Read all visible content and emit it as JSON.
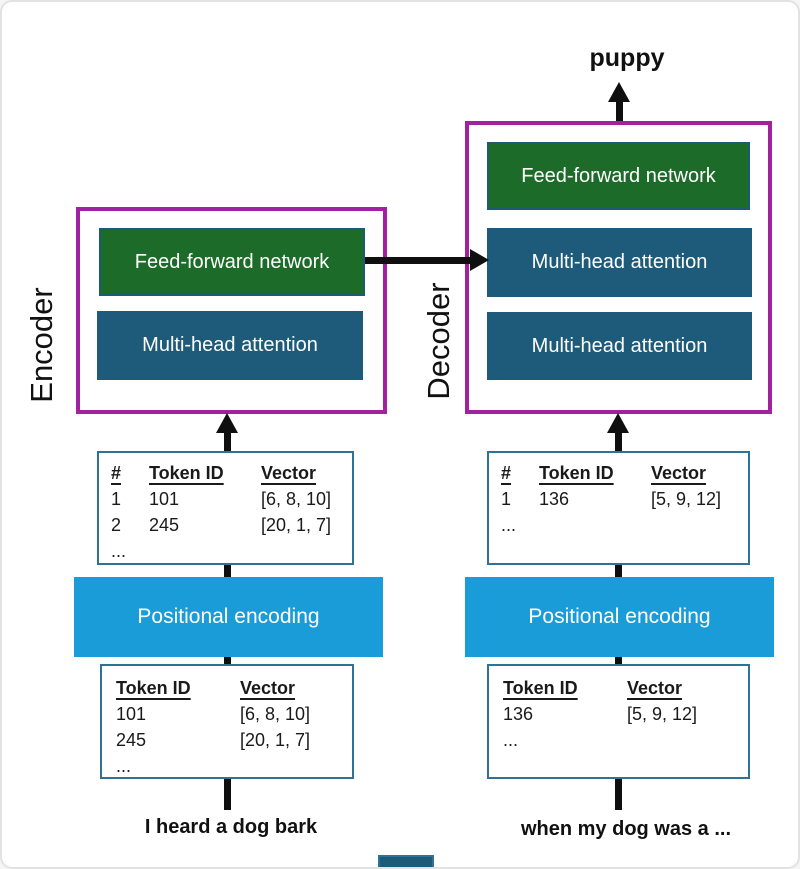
{
  "colors": {
    "purple": "#a2219f",
    "green": "#1c6b28",
    "dark_blue": "#1e5b7a",
    "light_blue": "#1a9cd8",
    "table_border": "#2e7296"
  },
  "output_word": "puppy",
  "encoder": {
    "label": "Encoder",
    "feed_forward": "Feed-forward network",
    "multi_head": "Multi-head attention",
    "input_sentence": "I heard a dog bark"
  },
  "decoder": {
    "label": "Decoder",
    "feed_forward": "Feed-forward network",
    "multi_head_top": "Multi-head attention",
    "multi_head_bottom": "Multi-head attention",
    "input_sentence": "when my dog was a ..."
  },
  "positional_encoding": {
    "label": "Positional encoding"
  },
  "tables": {
    "encoder_positional": {
      "headers": [
        "#",
        "Token ID",
        "Vector"
      ],
      "rows": [
        [
          "1",
          "101",
          "[6, 8, 10]"
        ],
        [
          "2",
          "245",
          "[20, 1, 7]"
        ],
        [
          "...",
          "",
          ""
        ]
      ]
    },
    "encoder_embedding": {
      "headers": [
        "Token ID",
        "Vector"
      ],
      "rows": [
        [
          "101",
          "[6, 8, 10]"
        ],
        [
          "245",
          "[20, 1, 7]"
        ],
        [
          "...",
          ""
        ]
      ]
    },
    "decoder_positional": {
      "headers": [
        "#",
        "Token ID",
        "Vector"
      ],
      "rows": [
        [
          "1",
          "136",
          "[5, 9, 12]"
        ],
        [
          "...",
          "",
          ""
        ]
      ]
    },
    "decoder_embedding": {
      "headers": [
        "Token ID",
        "Vector"
      ],
      "rows": [
        [
          "136",
          "[5, 9, 12]"
        ],
        [
          "...",
          ""
        ]
      ]
    }
  }
}
